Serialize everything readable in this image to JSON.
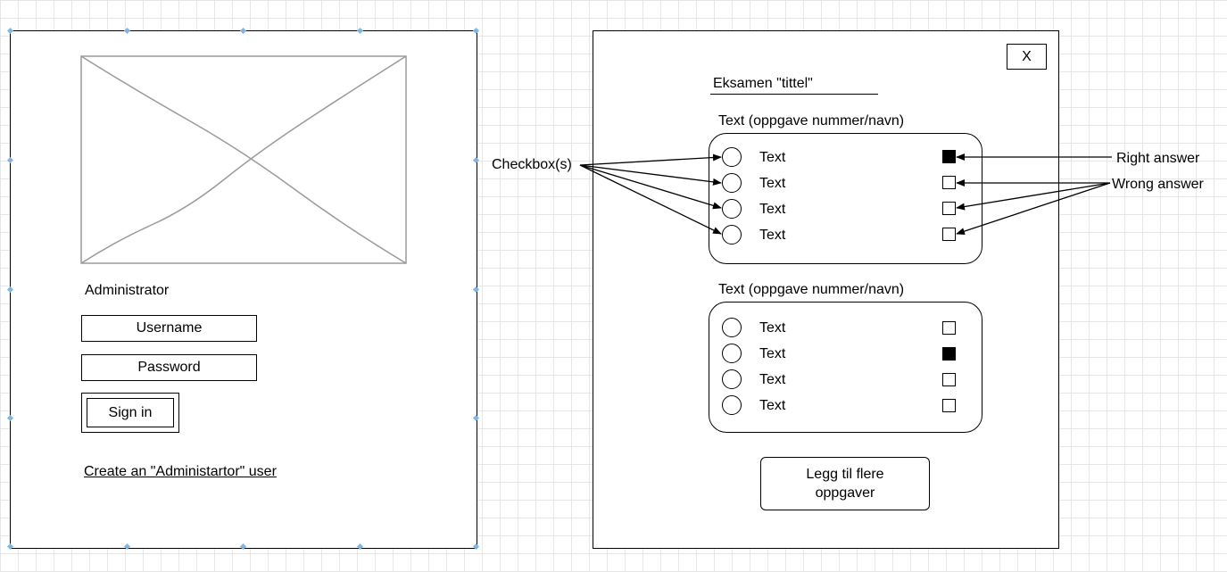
{
  "login": {
    "role_label": "Administrator",
    "username_placeholder": "Username",
    "password_placeholder": "Password",
    "signin_label": "Sign in",
    "create_link": "Create an \"Administartor\" user"
  },
  "exam": {
    "close_label": "X",
    "title": "Eksamen \"tittel\"",
    "questions": [
      {
        "label": "Text (oppgave nummer/navn)",
        "options": [
          {
            "text": "Text",
            "correct": true
          },
          {
            "text": "Text",
            "correct": false
          },
          {
            "text": "Text",
            "correct": false
          },
          {
            "text": "Text",
            "correct": false
          }
        ]
      },
      {
        "label": "Text (oppgave nummer/navn)",
        "options": [
          {
            "text": "Text",
            "correct": false
          },
          {
            "text": "Text",
            "correct": true
          },
          {
            "text": "Text",
            "correct": false
          },
          {
            "text": "Text",
            "correct": false
          }
        ]
      }
    ],
    "add_button_line1": "Legg til flere",
    "add_button_line2": "oppgaver"
  },
  "annotations": {
    "checkboxes": "Checkbox(s)",
    "right_answer": "Right answer",
    "wrong_answer": "Wrong answer"
  }
}
